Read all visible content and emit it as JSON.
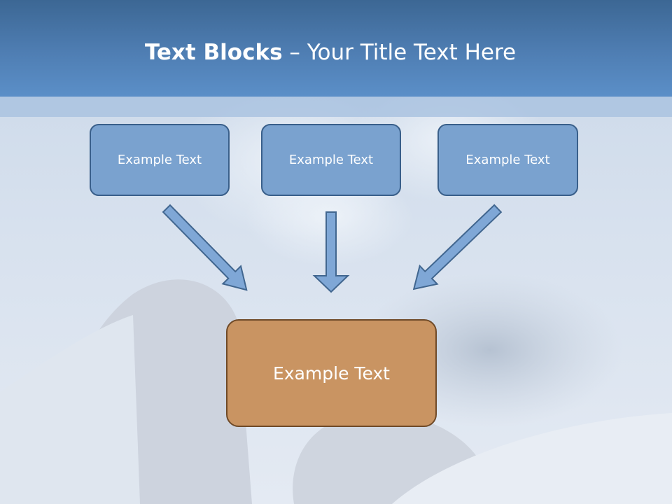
{
  "title": {
    "bold": "Text Blocks",
    "rest": " – Your Title Text Here"
  },
  "blocks": [
    {
      "label": "Example Text"
    },
    {
      "label": "Example Text"
    },
    {
      "label": "Example Text"
    }
  ],
  "target": {
    "label": "Example Text"
  },
  "colors": {
    "header": "#4f7eb3",
    "small_box_fill": "#7aa2cf",
    "small_box_border": "#395f8a",
    "target_fill": "#c99462",
    "target_border": "#6f4a28",
    "arrow_fill": "#7fa7d6",
    "arrow_stroke": "#41668f"
  }
}
